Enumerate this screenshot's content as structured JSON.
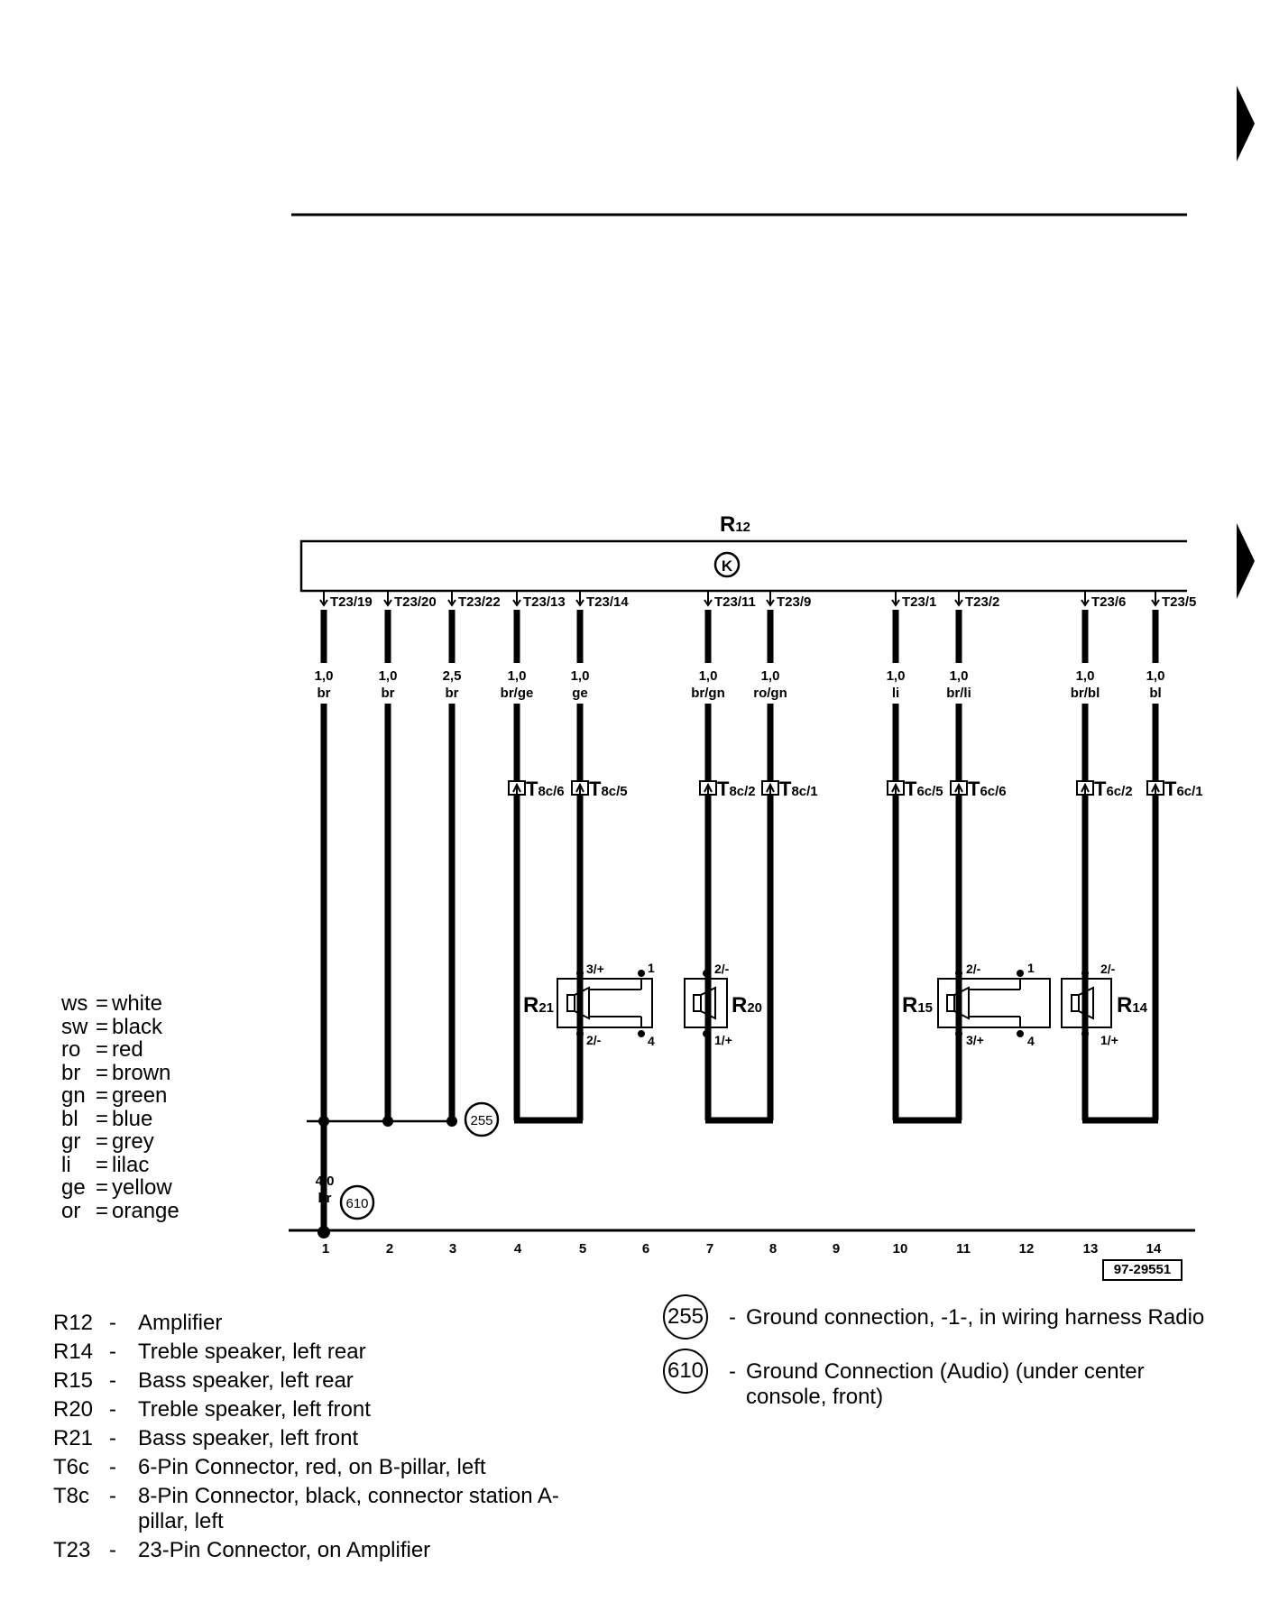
{
  "amplifier": {
    "label_main": "R",
    "label_sub": "12",
    "symbol": "K"
  },
  "terminals": [
    {
      "label": "T23/19",
      "gauge": "1,0",
      "color": "br"
    },
    {
      "label": "T23/20",
      "gauge": "1,0",
      "color": "br"
    },
    {
      "label": "T23/22",
      "gauge": "2,5",
      "color": "br"
    },
    {
      "label": "T23/13",
      "gauge": "1,0",
      "color": "br/ge"
    },
    {
      "label": "T23/14",
      "gauge": "1,0",
      "color": "ge"
    },
    {
      "label": "T23/11",
      "gauge": "1,0",
      "color": "br/gn"
    },
    {
      "label": "T23/9",
      "gauge": "1,0",
      "color": "ro/gn"
    },
    {
      "label": "T23/1",
      "gauge": "1,0",
      "color": "li"
    },
    {
      "label": "T23/2",
      "gauge": "1,0",
      "color": "br/li"
    },
    {
      "label": "T23/6",
      "gauge": "1,0",
      "color": "br/bl"
    },
    {
      "label": "T23/5",
      "gauge": "1,0",
      "color": "bl"
    }
  ],
  "connectors": [
    {
      "main": "T",
      "sub": "8c/6"
    },
    {
      "main": "T",
      "sub": "8c/5"
    },
    {
      "main": "T",
      "sub": "8c/2"
    },
    {
      "main": "T",
      "sub": "8c/1"
    },
    {
      "main": "T",
      "sub": "6c/5"
    },
    {
      "main": "T",
      "sub": "6c/6"
    },
    {
      "main": "T",
      "sub": "6c/2"
    },
    {
      "main": "T",
      "sub": "6c/1"
    }
  ],
  "speakers": [
    {
      "main": "R",
      "sub": "21",
      "pin_top": "3/+",
      "pin_bottom": "2/-",
      "aux_top": "1",
      "aux_bottom": "4"
    },
    {
      "main": "R",
      "sub": "20",
      "pin_top": "2/-",
      "pin_bottom": "1/+"
    },
    {
      "main": "R",
      "sub": "15",
      "pin_top": "2/-",
      "pin_bottom": "3/+",
      "aux_top": "1",
      "aux_bottom": "4"
    },
    {
      "main": "R",
      "sub": "14",
      "pin_top": "2/-",
      "pin_bottom": "1/+"
    }
  ],
  "ground_wire": {
    "gauge": "4,0",
    "color": "br"
  },
  "grounds": [
    {
      "id": "255",
      "description": "Ground connection, -1-, in wiring harness Radio"
    },
    {
      "id": "610",
      "description": "Ground Connection (Audio) (under center console, front)"
    }
  ],
  "track_numbers": [
    "1",
    "2",
    "3",
    "4",
    "5",
    "6",
    "7",
    "8",
    "9",
    "10",
    "11",
    "12",
    "13",
    "14"
  ],
  "reference": "97-29551",
  "color_codes": [
    {
      "code": "ws",
      "name": "white"
    },
    {
      "code": "sw",
      "name": "black"
    },
    {
      "code": "ro",
      "name": "red"
    },
    {
      "code": "br",
      "name": "brown"
    },
    {
      "code": "gn",
      "name": "green"
    },
    {
      "code": "bl",
      "name": "blue"
    },
    {
      "code": "gr",
      "name": "grey"
    },
    {
      "code": "li",
      "name": "lilac"
    },
    {
      "code": "ge",
      "name": "yellow"
    },
    {
      "code": "or",
      "name": "orange"
    }
  ],
  "components": [
    {
      "code": "R12",
      "desc": "Amplifier"
    },
    {
      "code": "R14",
      "desc": "Treble speaker, left rear"
    },
    {
      "code": "R15",
      "desc": "Bass speaker, left rear"
    },
    {
      "code": "R20",
      "desc": "Treble speaker, left front"
    },
    {
      "code": "R21",
      "desc": "Bass speaker, left front"
    },
    {
      "code": "T6c",
      "desc": "6-Pin Connector, red, on B-pillar, left"
    },
    {
      "code": "T8c",
      "desc": "8-Pin Connector, black, connector station A-pillar, left"
    },
    {
      "code": "T23",
      "desc": "23-Pin Connector, on Amplifier"
    }
  ]
}
